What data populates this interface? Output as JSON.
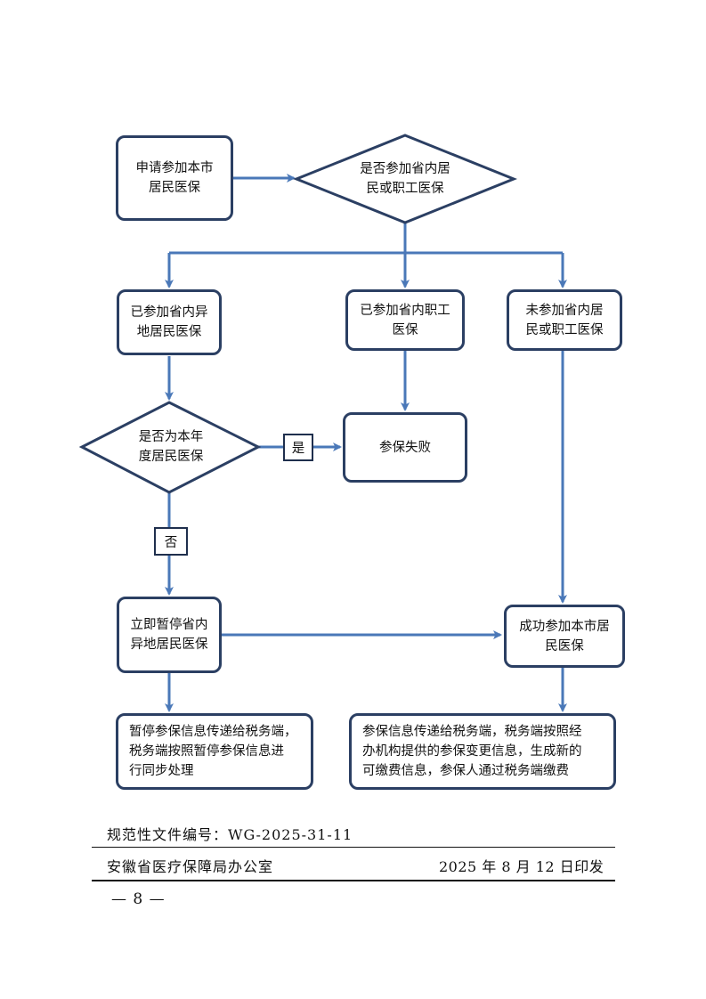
{
  "nodes": {
    "apply": "申请参加本市\n居民医保",
    "check_enrolled": "是否参加省内居\n民或职工医保",
    "other_region": "已参加省内异\n地居民医保",
    "employee": "已参加省内职工\n医保",
    "not_enrolled": "未参加省内居\n民或职工医保",
    "check_this_year": "是否为本年\n度居民医保",
    "fail": "参保失败",
    "suspend": "立即暂停省内\n异地居民医保",
    "success": "成功参加本市居\n民医保",
    "sync": "暂停参保信息传递给税务端，\n税务端按照暂停参保信息进\n行同步处理",
    "pay": "参保信息传递给税务端，税务端按照经\n办机构提供的参保变更信息，生成新的\n可缴费信息，参保人通过税务端缴费"
  },
  "labels": {
    "yes": "是",
    "no": "否"
  },
  "footer": {
    "doc_number": "规范性文件编号：WG-2025-31-11",
    "issuer": "安徽省医疗保障局办公室",
    "date": "2025 年 8 月 12 日印发",
    "page": "— 8 —"
  },
  "colors": {
    "box_border": "#2b3f63",
    "arrow": "#4a78b8"
  }
}
